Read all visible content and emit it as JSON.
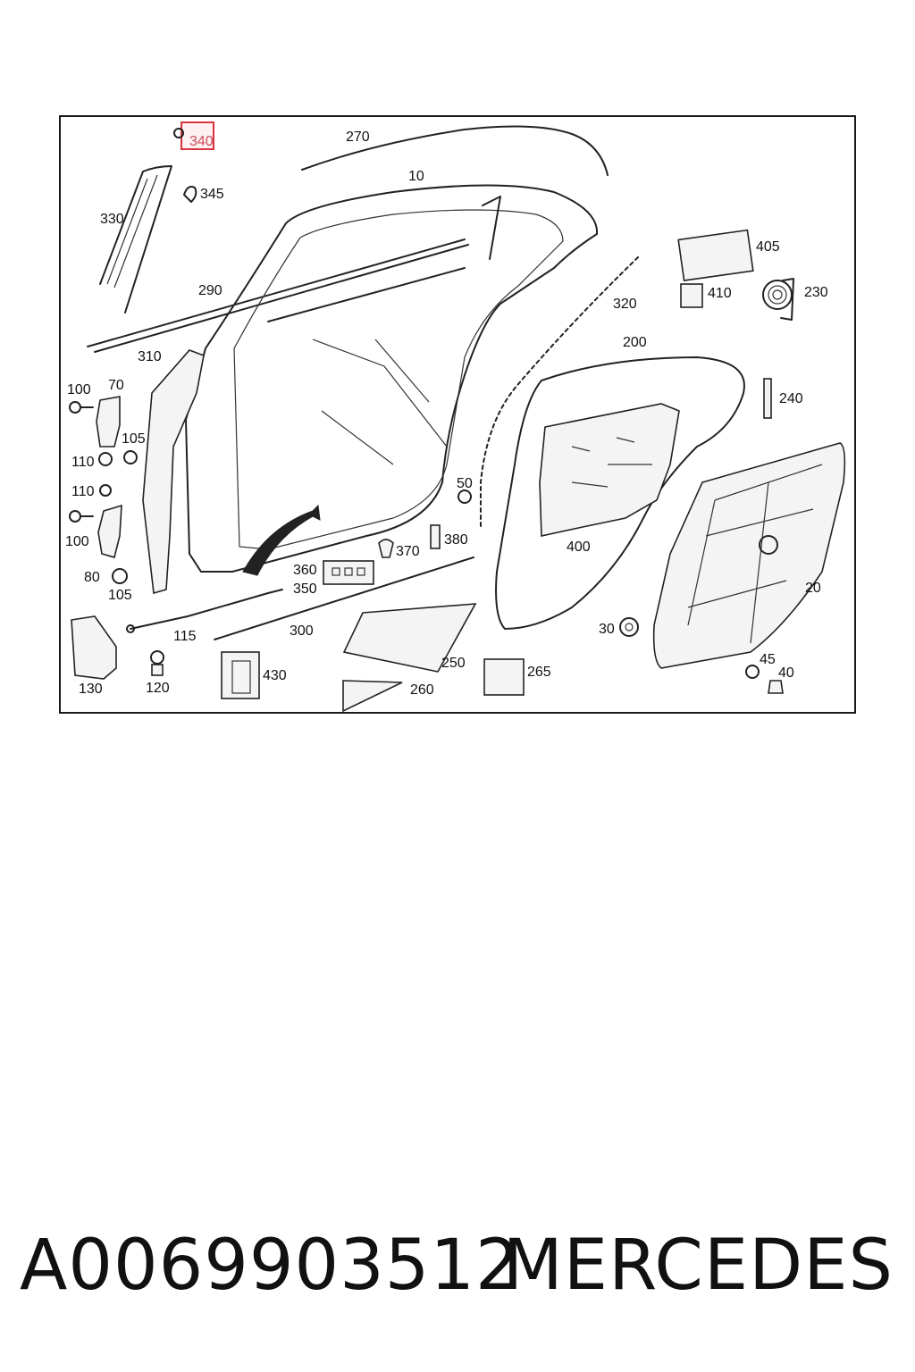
{
  "diagram": {
    "callouts": [
      {
        "id": "340",
        "label": "340",
        "highlighted": true
      },
      {
        "id": "270",
        "label": "270"
      },
      {
        "id": "10",
        "label": "10"
      },
      {
        "id": "345",
        "label": "345"
      },
      {
        "id": "330",
        "label": "330"
      },
      {
        "id": "405",
        "label": "405"
      },
      {
        "id": "410",
        "label": "410"
      },
      {
        "id": "230",
        "label": "230"
      },
      {
        "id": "290",
        "label": "290"
      },
      {
        "id": "320",
        "label": "320"
      },
      {
        "id": "310",
        "label": "310"
      },
      {
        "id": "200",
        "label": "200"
      },
      {
        "id": "100a",
        "label": "100"
      },
      {
        "id": "70",
        "label": "70"
      },
      {
        "id": "240",
        "label": "240"
      },
      {
        "id": "105a",
        "label": "105"
      },
      {
        "id": "110a",
        "label": "110"
      },
      {
        "id": "110b",
        "label": "110"
      },
      {
        "id": "50",
        "label": "50"
      },
      {
        "id": "100b",
        "label": "100"
      },
      {
        "id": "380",
        "label": "380"
      },
      {
        "id": "370",
        "label": "370"
      },
      {
        "id": "400",
        "label": "400"
      },
      {
        "id": "80",
        "label": "80"
      },
      {
        "id": "360",
        "label": "360"
      },
      {
        "id": "20",
        "label": "20"
      },
      {
        "id": "105b",
        "label": "105"
      },
      {
        "id": "350",
        "label": "350"
      },
      {
        "id": "30",
        "label": "30"
      },
      {
        "id": "115",
        "label": "115"
      },
      {
        "id": "300",
        "label": "300"
      },
      {
        "id": "250",
        "label": "250"
      },
      {
        "id": "45",
        "label": "45"
      },
      {
        "id": "40",
        "label": "40"
      },
      {
        "id": "430",
        "label": "430"
      },
      {
        "id": "265",
        "label": "265"
      },
      {
        "id": "130",
        "label": "130"
      },
      {
        "id": "120",
        "label": "120"
      },
      {
        "id": "260",
        "label": "260"
      }
    ],
    "highlight_color": "#d9343f"
  },
  "footer": {
    "part_number": "A0069903512",
    "brand": "MERCEDES"
  }
}
